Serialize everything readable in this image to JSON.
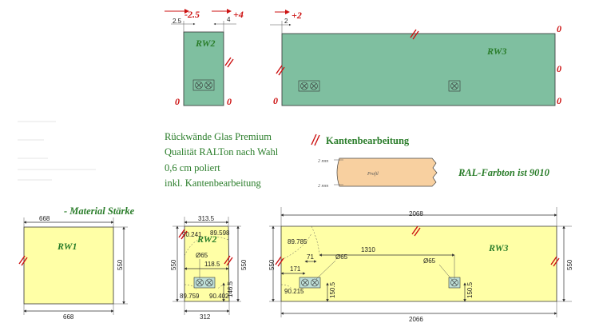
{
  "top": {
    "rw2": {
      "label": "RW2",
      "dim_left": "2.5",
      "dim_left_delta": "-2.5",
      "dim_right": "4",
      "dim_right_delta": "+4",
      "edge_left": "0",
      "edge_right": "0"
    },
    "rw3": {
      "label": "RW3",
      "dim_left": "2",
      "dim_left_delta": "+2",
      "edge_top_right": "0",
      "edge_left": "0",
      "edge_right_mid": "0",
      "edge_right_bottom": "0"
    }
  },
  "notes": {
    "lines": [
      "Rückwände Glas Premium",
      "Qualität RALTon nach Wahl",
      "0,6 cm poliert",
      "inkl. Kantenbearbeitung"
    ],
    "edge_title": "Kantenbearbeitung",
    "profile_label": "Profil",
    "profile_top": "2 mm",
    "profile_bottom": "2 mm",
    "ral": "RAL-Farbton ist 9010"
  },
  "material": "- Material Stärke",
  "bottom": {
    "rw1": {
      "label": "RW1",
      "width_top": "668",
      "width_bottom": "668",
      "height": "550"
    },
    "rw2": {
      "label": "RW2",
      "width_top": "313.5",
      "width_bottom": "312",
      "height_left": "550",
      "height_right": "550",
      "angle_tl": "90.241",
      "angle_tr": "89.598",
      "angle_bl": "89.759",
      "angle_br": "90.402",
      "hole_dia": "Ø65",
      "hole_offset": "118.5",
      "hole_height": "146.5"
    },
    "rw3": {
      "label": "RW3",
      "width_top": "2068",
      "width_bottom": "2066",
      "height_left": "550",
      "height_right": "550",
      "angle_tl": "89.785",
      "angle_bl": "90.215",
      "dim_71": "71",
      "dim_171": "171",
      "dim_1310": "1310",
      "hole1_dia": "Ø65",
      "hole2_dia": "Ø65",
      "hole1_height": "150.5",
      "hole2_height": "150.5"
    }
  },
  "colors": {
    "panel_green": "#7fbfa0",
    "panel_yellow": "#ffffa6",
    "profile": "#f8d0a0",
    "accent_red": "#cc1111",
    "label_green": "#2a7d2a"
  }
}
